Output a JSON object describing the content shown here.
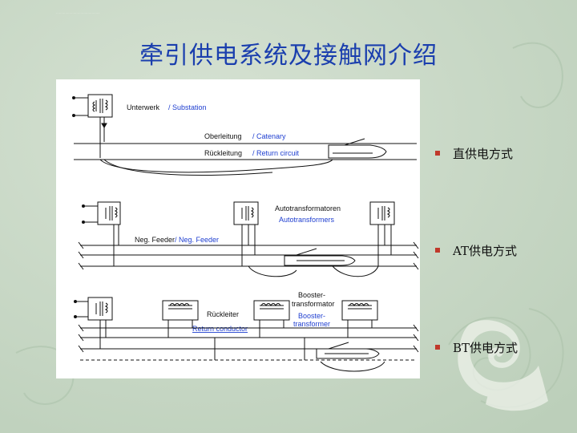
{
  "slide": {
    "topline": "...........................................",
    "title": "牵引供电系统及接触网介绍",
    "bullets": [
      "直供电方式",
      "AT供电方式",
      "BT供电方式"
    ],
    "colors": {
      "title": "#1b3fae",
      "background": "#c9d8c6",
      "bullet_marker": "#c0392b",
      "diagram_blue": "#1f3fd0"
    }
  },
  "diagram": {
    "section1": {
      "unterwerk": "Unterwerk",
      "substation": "/ Substation",
      "oberleitung": "Oberleitung",
      "catenary": "/ Catenary",
      "rueckleitung": "Rückleitung",
      "return_circuit": "/ Return circuit"
    },
    "section2": {
      "autotransformatoren": "Autotransformatoren",
      "autotransformers": "Autotransformers",
      "neg_feeder_de": "Neg. Feeder",
      "neg_feeder_en": "/ Neg. Feeder"
    },
    "section3": {
      "rueckleiter": "Rückleiter",
      "return_conductor": "Return conductor",
      "booster_de_1": "Booster-",
      "booster_de_2": "transformator",
      "booster_en_1": "Booster-",
      "booster_en_2": "transformer"
    }
  }
}
